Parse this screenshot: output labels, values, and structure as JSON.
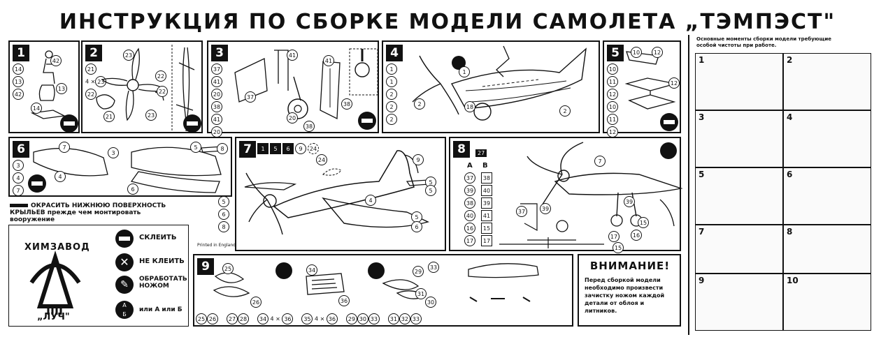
{
  "title": "ИНСТРУКЦИЯ ПО СБОРКЕ МОДЕЛИ САМОЛЕТА „ТЭМПЭСТ\"",
  "steps": {
    "s1": {
      "num": "1",
      "parts": [
        "14",
        "13",
        "42"
      ],
      "callouts": [
        "42",
        "13",
        "14"
      ]
    },
    "s2": {
      "num": "2",
      "parts": [
        "21",
        "23",
        "22"
      ],
      "qty": "4 ×",
      "callouts": [
        "23",
        "21",
        "22",
        "22",
        "23"
      ]
    },
    "s3": {
      "num": "3",
      "parts": [
        "37",
        "41",
        "20",
        "38",
        "41",
        "20"
      ],
      "callouts": [
        "41",
        "41",
        "37",
        "20",
        "38",
        "38"
      ]
    },
    "s4": {
      "num": "4",
      "parts": [
        "1",
        "1",
        "2",
        "2",
        "2"
      ],
      "callouts": [
        "1",
        "2",
        "18",
        "2"
      ]
    },
    "s5": {
      "num": "5",
      "parts": [
        "10",
        "11",
        "12",
        "10",
        "11",
        "12"
      ],
      "callouts": [
        "10",
        "12",
        "12"
      ]
    },
    "s6": {
      "num": "6",
      "parts": [
        "3",
        "4",
        "7",
        "5",
        "6",
        "8"
      ],
      "callouts": [
        "7",
        "3",
        "4",
        "8",
        "6",
        "5"
      ]
    },
    "s7": {
      "num": "7",
      "parts": [
        "1",
        "5",
        "6",
        "9",
        "24"
      ],
      "callouts": [
        "24",
        "9",
        "5",
        "5",
        "4",
        "5",
        "6"
      ]
    },
    "s8": {
      "num": "8",
      "ab_top": "27",
      "colA": "A",
      "colB": "B",
      "colA_parts": [
        "37",
        "39",
        "38",
        "40",
        "16",
        "17"
      ],
      "colB_parts": [
        "38",
        "40",
        "39",
        "41",
        "15",
        "17"
      ],
      "callouts": [
        "37",
        "39",
        "39",
        "7",
        "17",
        "16",
        "15",
        "15"
      ]
    },
    "s9": {
      "num": "9",
      "groups": [
        [
          "25",
          "26"
        ],
        [
          "27",
          "28"
        ],
        [
          "34",
          "4 ×",
          "36"
        ],
        [
          "35",
          "4 ×",
          "36"
        ],
        [
          "29",
          "30",
          "33"
        ],
        [
          "31",
          "32",
          "33"
        ]
      ],
      "callouts": [
        "25",
        "26",
        "34",
        "36",
        "29",
        "33",
        "30",
        "31"
      ]
    }
  },
  "paint_note": "ОКРАСИТЬ НИЖНЮЮ ПОВЕРХНОСТЬ КРЫЛЬЕВ прежде чем монтировать вооружение",
  "printed": "Printed in England",
  "factory": {
    "line1": "ХИМЗАВОД",
    "line2": "„ЛУЧ\""
  },
  "legend": {
    "glue": "СКЛЕИТЬ",
    "noglue": "НЕ КЛЕИТЬ",
    "knife": "ОБРАБОТАТЬ НОЖОМ",
    "ab": "или А или Б"
  },
  "warning": {
    "title": "ВНИМАНИЕ!",
    "text": "Перед сборкой модели необходимо произвести зачистку ножом каждой детали от облоя и литников."
  },
  "photos": {
    "header": "Основные моменты сборки модели требующие особой чистоты при работе.",
    "numbers": [
      "1",
      "2",
      "3",
      "4",
      "5",
      "6",
      "7",
      "8",
      "9",
      "10"
    ]
  },
  "colors": {
    "ink": "#111111",
    "paper": "#ffffff"
  }
}
